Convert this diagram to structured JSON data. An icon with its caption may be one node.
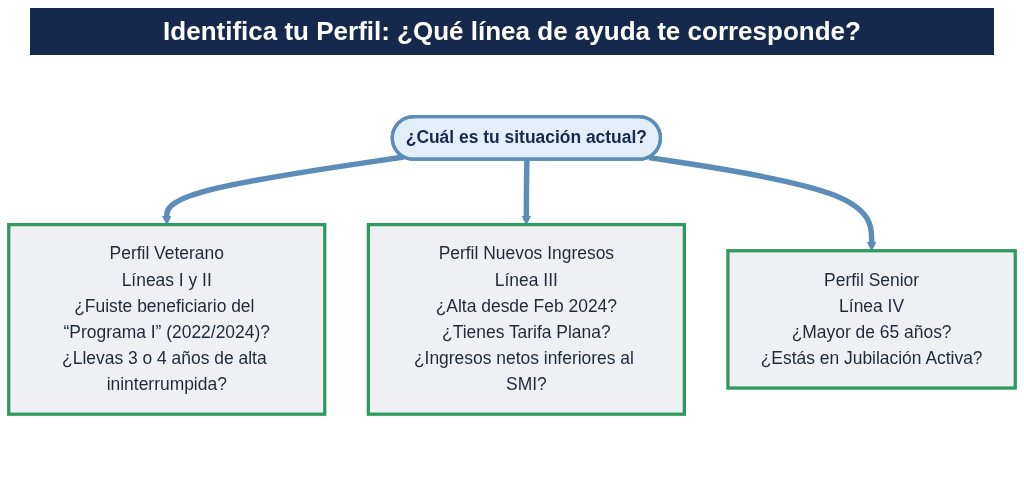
{
  "diagram": {
    "title": "Identifica tu Perfil: ¿Qué línea de ayuda te corresponde?",
    "nodes": [
      {
        "text": [
          "¿Cuál es tu situación actual?"
        ]
      },
      {
        "text": [
          "Perfil Veterano",
          "Líneas I y II",
          "¿Fuiste beneficiario del “Programa I” (2022/2024)?",
          "¿Llevas 3 o 4 años de alta ininterrumpida?"
        ]
      },
      {
        "text": [
          "Perfil Nuevos Ingresos",
          "Línea III",
          "¿Alta desde Feb 2024?",
          "¿Tienes Tarifa Plana?",
          "¿Ingresos netos inferiores al SMI?"
        ]
      },
      {
        "text": [
          "Perfil Senior",
          "Línea IV",
          "¿Mayor de 65 años?",
          "¿Estás en Jubilación Activa?"
        ]
      }
    ],
    "edges": [
      {
        "from": 0,
        "to": 1,
        "arrow": "to"
      },
      {
        "from": 0,
        "to": 2,
        "arrow": "to"
      },
      {
        "from": 0,
        "to": 3,
        "arrow": "to"
      }
    ]
  }
}
